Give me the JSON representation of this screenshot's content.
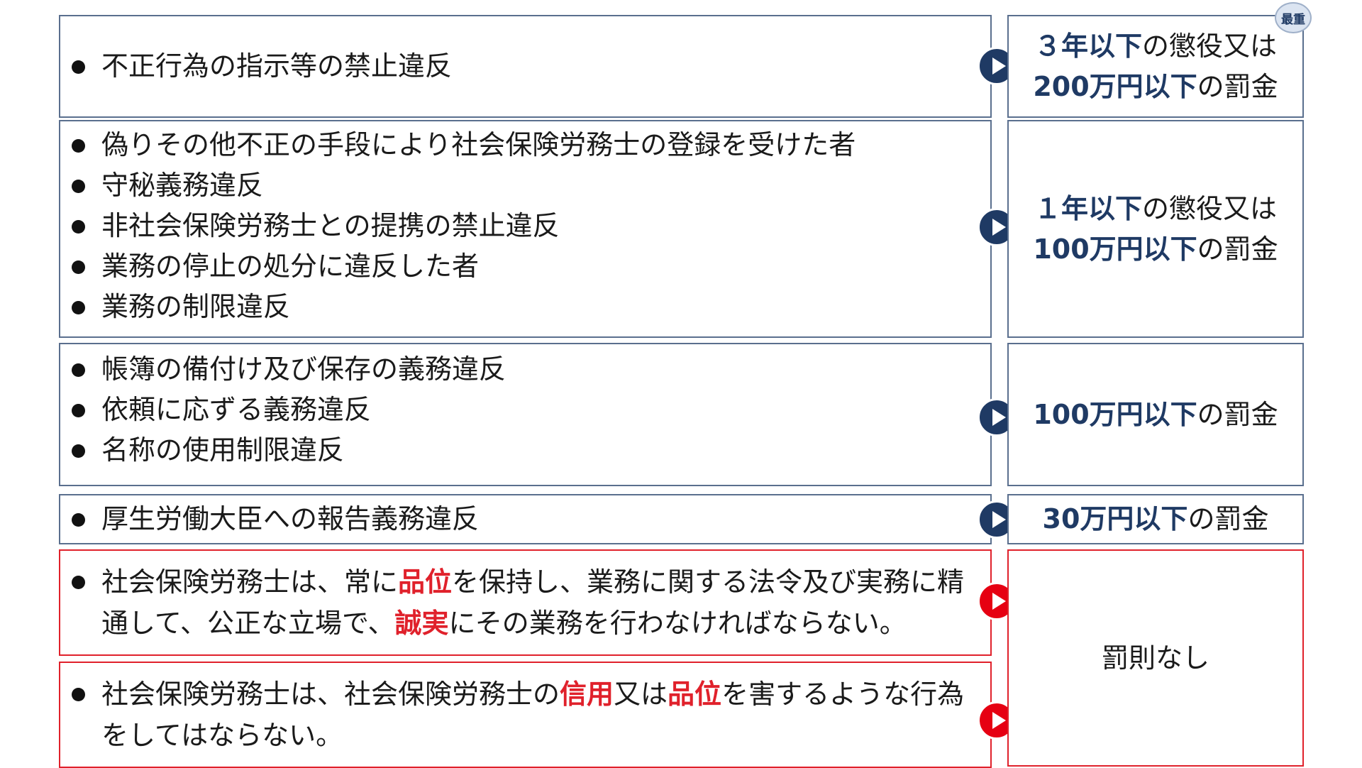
{
  "badge": "最重",
  "rows": [
    {
      "items": [
        "不正行為の指示等の禁止違反"
      ],
      "penalty": {
        "line1_strong": "３年以下",
        "line1_rest": "の懲役又は",
        "line2_strong": "200万円以下",
        "line2_rest": "の罰金"
      }
    },
    {
      "items": [
        "偽りその他不正の手段により社会保険労務士の登録を受けた者",
        "守秘義務違反",
        "非社会保険労務士との提携の禁止違反",
        "業務の停止の処分に違反した者",
        "業務の制限違反"
      ],
      "penalty": {
        "line1_strong": "１年以下",
        "line1_rest": "の懲役又は",
        "line2_strong": "100万円以下",
        "line2_rest": "の罰金"
      }
    },
    {
      "items": [
        "帳簿の備付け及び保存の義務違反",
        "依頼に応ずる義務違反",
        "名称の使用制限違反"
      ],
      "penalty": {
        "line1_strong": "100万円以下",
        "line1_rest": "の罰金"
      }
    },
    {
      "items": [
        "厚生労働大臣への報告義務違反"
      ],
      "penalty": {
        "line1_strong": "30万円以下",
        "line1_rest": "の罰金"
      }
    }
  ],
  "duties": {
    "duty1": {
      "p1": "社会保険労務士は、常に",
      "h1": "品位",
      "p2": "を保持し、業務に関する法令及び実務に精通して、公正な立場で、",
      "h2": "誠実",
      "p3": "にその業務を行わなければならない。"
    },
    "duty2": {
      "p1": "社会保険労務士は、社会保険労務士の",
      "h1": "信用",
      "p2": "又は",
      "h2": "品位",
      "p3": "を害するような行為をしてはならない。"
    },
    "penalty": "罰則なし"
  },
  "colors": {
    "navy": "#1f3a64",
    "red": "#e0212b",
    "border": "#5a6f8e"
  }
}
